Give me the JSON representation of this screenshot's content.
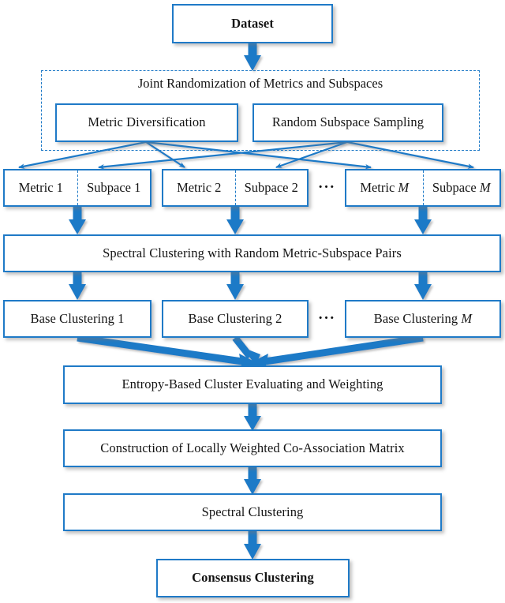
{
  "diagram": {
    "type": "flowchart",
    "title": "Joint randomization ensemble clustering pipeline",
    "accent_color": "#1f7ac7",
    "text_color": "#141414",
    "background": "#ffffff"
  },
  "nodes": {
    "dataset": {
      "label": "Dataset",
      "bold": true
    },
    "group_title": {
      "label": "Joint Randomization of Metrics and Subspaces"
    },
    "metric_diversification": {
      "label": "Metric Diversification"
    },
    "random_subspace_sampling": {
      "label": "Random Subspace Sampling"
    },
    "pair_1": {
      "metric": "Metric 1",
      "subspace": "Subpace 1"
    },
    "pair_2": {
      "metric": "Metric 2",
      "subspace": "Subpace 2"
    },
    "pair_m": {
      "metric": "Metric M",
      "subspace": "Subpace M"
    },
    "spectral_random_pairs": {
      "label": "Spectral Clustering with Random Metric-Subspace Pairs"
    },
    "base_clustering_1": {
      "label": "Base Clustering 1"
    },
    "base_clustering_2": {
      "label": "Base Clustering 2"
    },
    "base_clustering_m": {
      "label": "Base Clustering M"
    },
    "entropy_weighting": {
      "label": "Entropy-Based Cluster Evaluating and Weighting"
    },
    "co_association": {
      "label": "Construction of Locally Weighted Co-Association Matrix"
    },
    "spectral_clustering": {
      "label": "Spectral Clustering"
    },
    "consensus_clustering": {
      "label": "Consensus Clustering",
      "bold": true
    }
  },
  "separators": {
    "pairs_ellipsis": "···",
    "base_ellipsis": "···"
  },
  "italic_symbol": "M"
}
